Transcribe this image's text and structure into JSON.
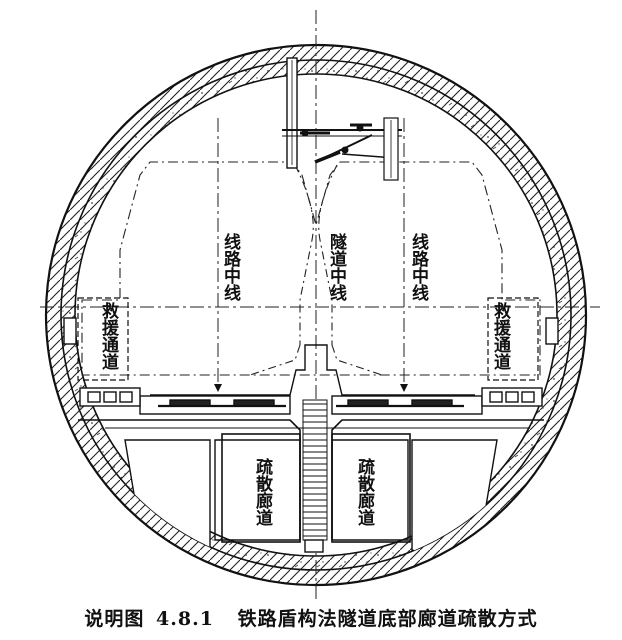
{
  "diagram": {
    "labels": {
      "track_centerline_left": "线路中线",
      "tunnel_centerline": "隧道中线",
      "track_centerline_right": "线路中线",
      "rescue_passage_left": "救援通道",
      "rescue_passage_right": "救援通道",
      "evacuation_corridor_left": "疏散廊道",
      "evacuation_corridor_right": "疏散廊道"
    }
  },
  "caption": {
    "prefix": "说明图",
    "number": "4.8.1",
    "title": "铁路盾构法隧道底部廊道疏散方式"
  }
}
